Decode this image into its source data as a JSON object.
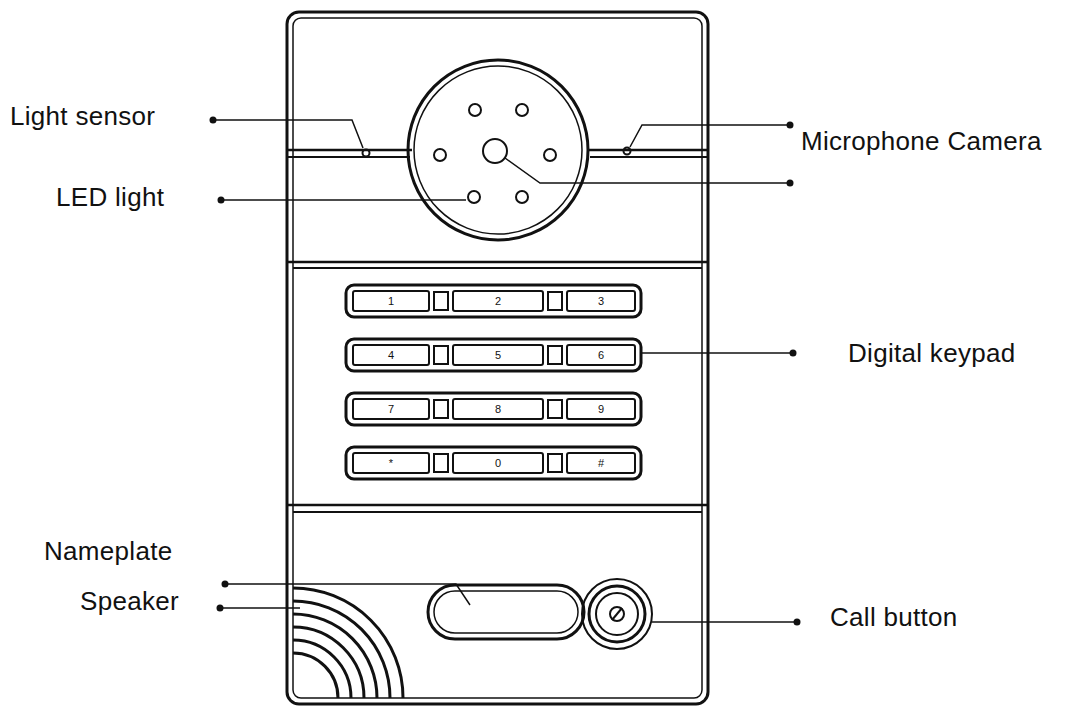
{
  "diagram": {
    "nodes": [
      {
        "text": [
          "1"
        ]
      },
      {
        "text": [
          "2"
        ]
      },
      {
        "text": [
          "3"
        ]
      },
      {
        "text": [
          "4"
        ]
      },
      {
        "text": [
          "5"
        ]
      },
      {
        "text": [
          "6"
        ]
      },
      {
        "text": [
          "7"
        ]
      },
      {
        "text": [
          "8"
        ]
      },
      {
        "text": [
          "9"
        ]
      },
      {
        "text": [
          "*"
        ]
      },
      {
        "text": [
          "0"
        ]
      },
      {
        "text": [
          "#"
        ]
      }
    ],
    "labels": [
      "Light sensor",
      "LED light",
      "Microphone Camera",
      "Digital keypad",
      "Nameplate",
      "Speaker",
      "Call button"
    ]
  }
}
